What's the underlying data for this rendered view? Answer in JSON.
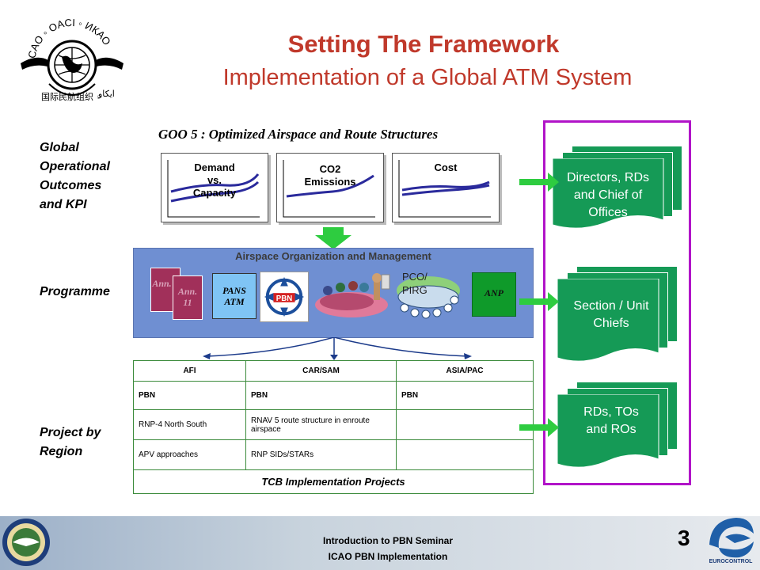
{
  "header": {
    "title": "Setting The Framework",
    "subtitle": "Implementation of a Global ATM System",
    "logo_text": "ICAO ◦ OACI ◦ ИКАО"
  },
  "rows": {
    "outcomes": [
      "Global",
      "Operational",
      "Outcomes",
      "and KPI"
    ],
    "programme": "Programme",
    "project": [
      "Project by",
      "Region"
    ]
  },
  "goo": {
    "title": "GOO 5 : Optimized Airspace and Route Structures",
    "kpis": [
      {
        "label_lines": [
          "Demand",
          "vs.",
          "Capacity"
        ]
      },
      {
        "label_lines": [
          "CO2",
          "Emissions"
        ]
      },
      {
        "label_lines": [
          "Cost"
        ]
      }
    ]
  },
  "programme": {
    "title": "Airspace Organization and Management",
    "annex_front": "Ann. 11",
    "annex_back": "Ann. 6",
    "pans": [
      "PANS",
      "ATM"
    ],
    "pbn": "PBN",
    "pco": [
      "PCO/",
      "PIRG"
    ],
    "anp": "ANP"
  },
  "table": {
    "headers": [
      "AFI",
      "CAR/SAM",
      "ASIA/PAC"
    ],
    "rows": [
      [
        "PBN",
        "PBN",
        "PBN"
      ],
      [
        "RNP-4 North South",
        "RNAV 5 route structure in enroute airspace",
        ""
      ],
      [
        "APV approaches",
        "RNP SIDs/STARs",
        ""
      ]
    ],
    "footer": "TCB Implementation Projects"
  },
  "audiences": [
    {
      "lines": [
        "Directors, RDs",
        "and Chief of",
        "Offices"
      ]
    },
    {
      "lines": [
        "Section / Unit",
        "Chiefs"
      ]
    },
    {
      "lines": [
        "RDs, TOs",
        "and ROs"
      ]
    }
  ],
  "footer": {
    "line1": "Introduction to PBN Seminar",
    "line2": "ICAO PBN Implementation",
    "page_number": "3",
    "eurocontrol": "EUROCONTROL"
  },
  "colors": {
    "title": "#c0392b",
    "band": "#6f8fd2",
    "doc_green": "#159a56",
    "frame_purple": "#b114c8",
    "arrow_green": "#2ecc40"
  }
}
